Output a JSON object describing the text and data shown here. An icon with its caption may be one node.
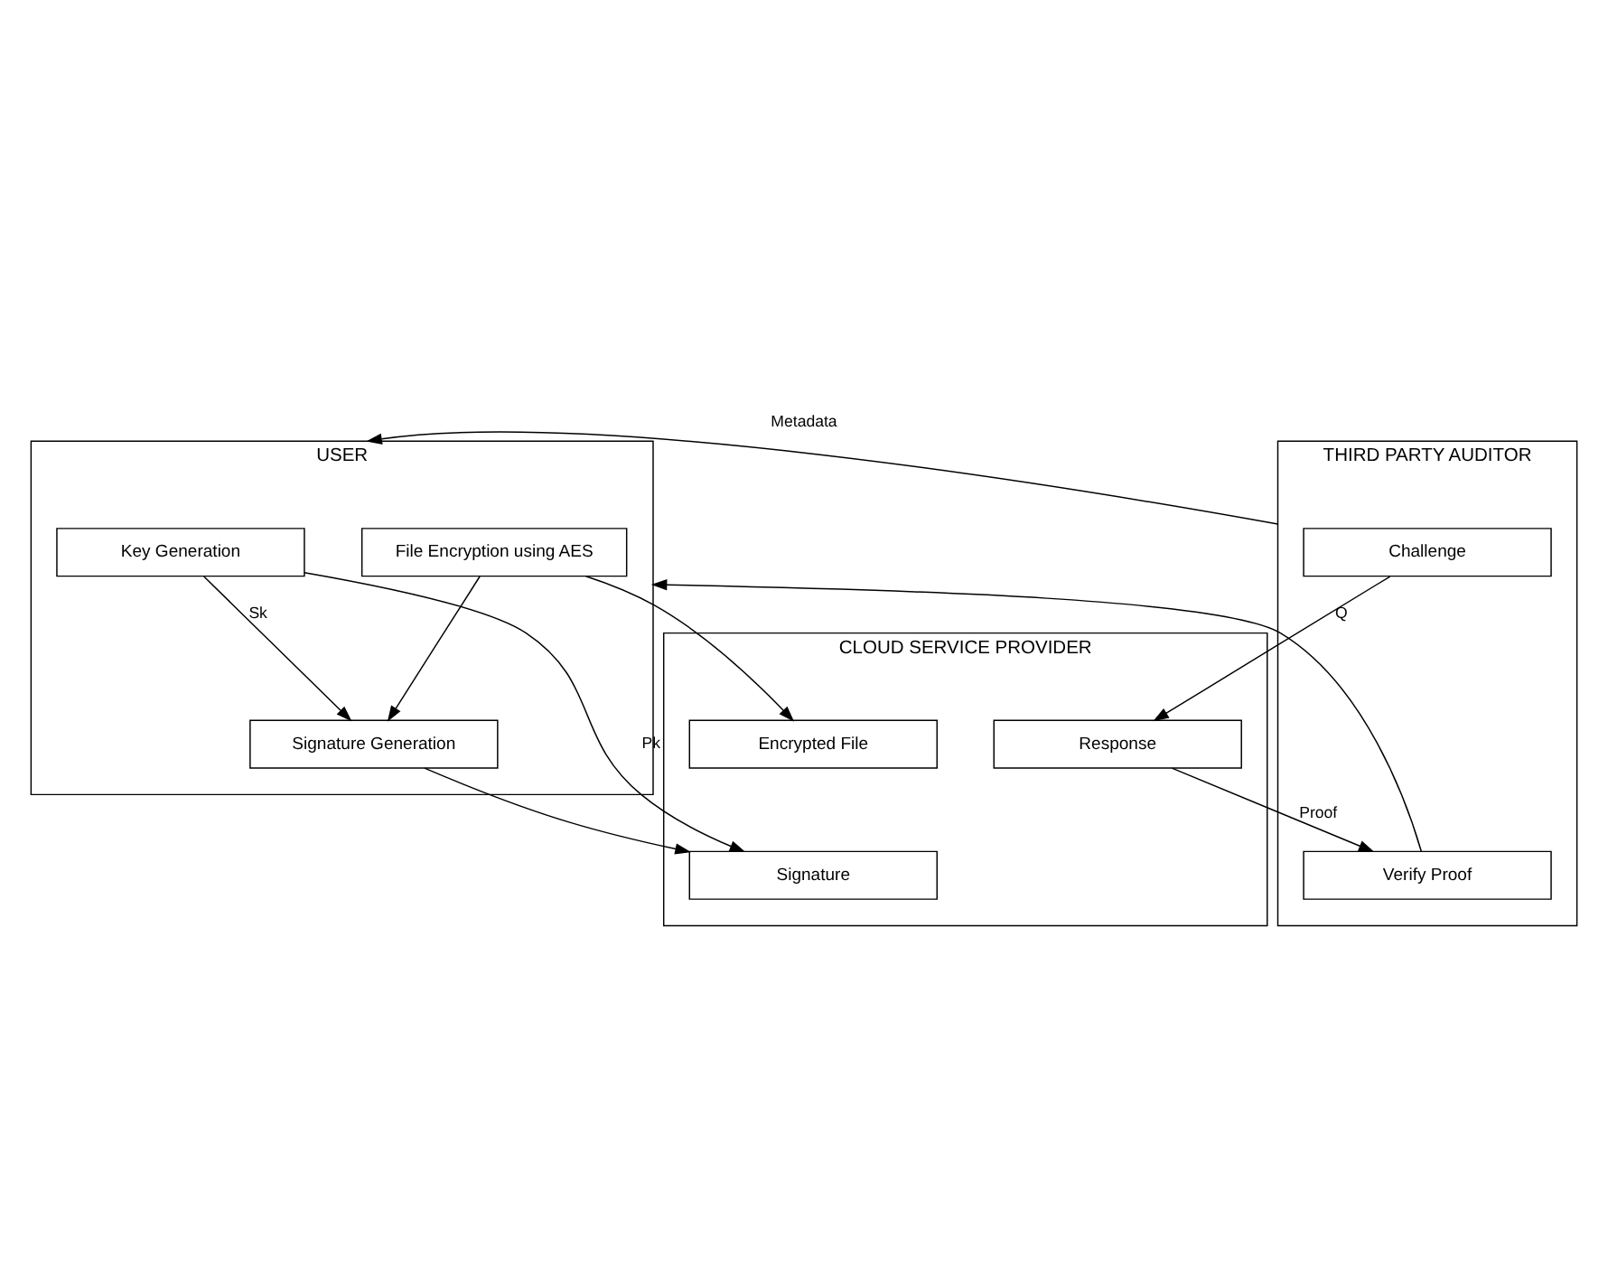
{
  "diagram": {
    "nodes": [
      {
        "text": [
          "USER"
        ]
      },
      {
        "text": [
          "File Encryption using AES"
        ],
        "in": 0
      },
      {
        "text": [
          "Signature Generation"
        ],
        "in": 0
      },
      {
        "text": [
          "Key Generation"
        ],
        "in": 0
      },
      {
        "text": [
          "CLOUD SERVICE PROVIDER"
        ]
      },
      {
        "text": [
          "Encrypted File"
        ],
        "in": 4
      },
      {
        "text": [
          "Signature"
        ],
        "in": 4
      },
      {
        "text": [
          "Response"
        ],
        "in": 4
      },
      {
        "text": [
          "THIRD PARTY AUDITOR"
        ]
      },
      {
        "text": [
          "Challenge"
        ],
        "in": 8
      },
      {
        "text": [
          "Verify Proof"
        ],
        "in": 8
      }
    ],
    "edges": [
      {
        "from": 1,
        "to": 5,
        "arrow": "to"
      },
      {
        "from": 1,
        "to": 2,
        "arrow": "to"
      },
      {
        "from": 2,
        "to": 6,
        "arrow": "to"
      },
      {
        "from": 3,
        "to": 2,
        "arrow": "to",
        "label": "Sk"
      },
      {
        "from": 3,
        "to": 6,
        "arrow": "to",
        "label": "Pk"
      },
      {
        "from": 9,
        "to": 7,
        "arrow": "to",
        "label": "Q"
      },
      {
        "from": 7,
        "to": 10,
        "arrow": "to",
        "label": "Proof"
      },
      {
        "from": 8,
        "to": 0,
        "arrow": "to",
        "label": "Metadata"
      },
      {
        "from": 10,
        "to": 0,
        "arrow": "to"
      }
    ]
  }
}
